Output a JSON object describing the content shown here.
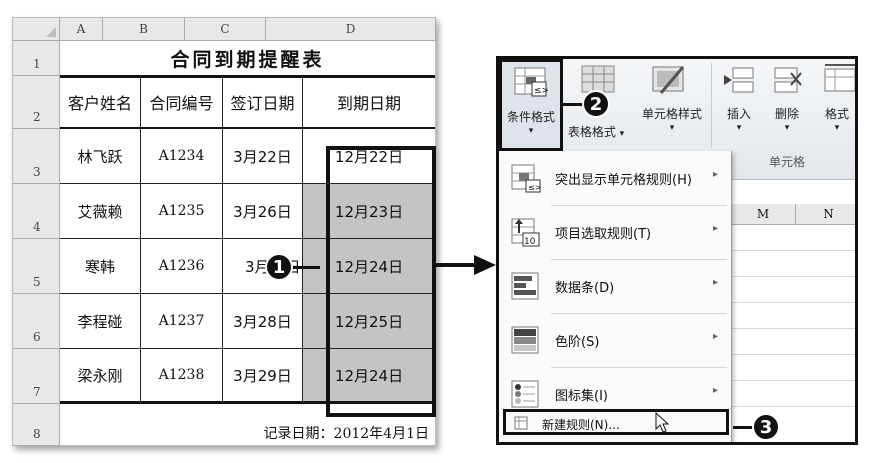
{
  "sheet": {
    "columns": [
      "A",
      "B",
      "C",
      "D"
    ],
    "rows": [
      "1",
      "2",
      "3",
      "4",
      "5",
      "6",
      "7",
      "8"
    ],
    "title": "合同到期提醒表",
    "headers": [
      "客户姓名",
      "合同编号",
      "签订日期",
      "到期日期"
    ],
    "records": [
      {
        "name": "林飞跃",
        "code": "A1234",
        "signed": "3月22日",
        "due": "12月22日"
      },
      {
        "name": "艾薇赖",
        "code": "A1235",
        "signed": "3月26日",
        "due": "12月23日"
      },
      {
        "name": "寒韩",
        "code": "A1236",
        "signed": "3月",
        "due": "12月24日"
      },
      {
        "name": "李程碰",
        "code": "A1237",
        "signed": "3月28日",
        "due": "12月25日"
      },
      {
        "name": "梁永刚",
        "code": "A1238",
        "signed": "3月29日",
        "due": "12月24日"
      }
    ],
    "footer_label": "记录日期：",
    "footer_date": "2012年4月1日",
    "row3_suffix": "日"
  },
  "callouts": {
    "one": "1",
    "two": "2",
    "three": "3"
  },
  "ribbon": {
    "conditional_format": "条件格式",
    "table_format": "表格格式",
    "cell_style": "单元格样式",
    "insert": "插入",
    "delete": "删除",
    "format": "格式",
    "group_cells": "单元格",
    "dropdown_arrow": "▾"
  },
  "grid": {
    "columns": [
      "M",
      "N"
    ]
  },
  "menu": {
    "items": [
      {
        "label": "突出显示单元格规则(H)",
        "icon": "highlight-rules-icon"
      },
      {
        "label": "项目选取规则(T)",
        "icon": "top-bottom-rules-icon"
      },
      {
        "label": "数据条(D)",
        "icon": "data-bars-icon"
      },
      {
        "label": "色阶(S)",
        "icon": "color-scales-icon"
      },
      {
        "label": "图标集(I)",
        "icon": "icon-sets-icon"
      }
    ],
    "submenu_arrow": "▸",
    "new_rule": "新建规则(N)..."
  },
  "colors": {
    "highlight_gray": "#c4c4c4",
    "ribbon_top": "#f4f6f8",
    "ink": "#111111"
  }
}
